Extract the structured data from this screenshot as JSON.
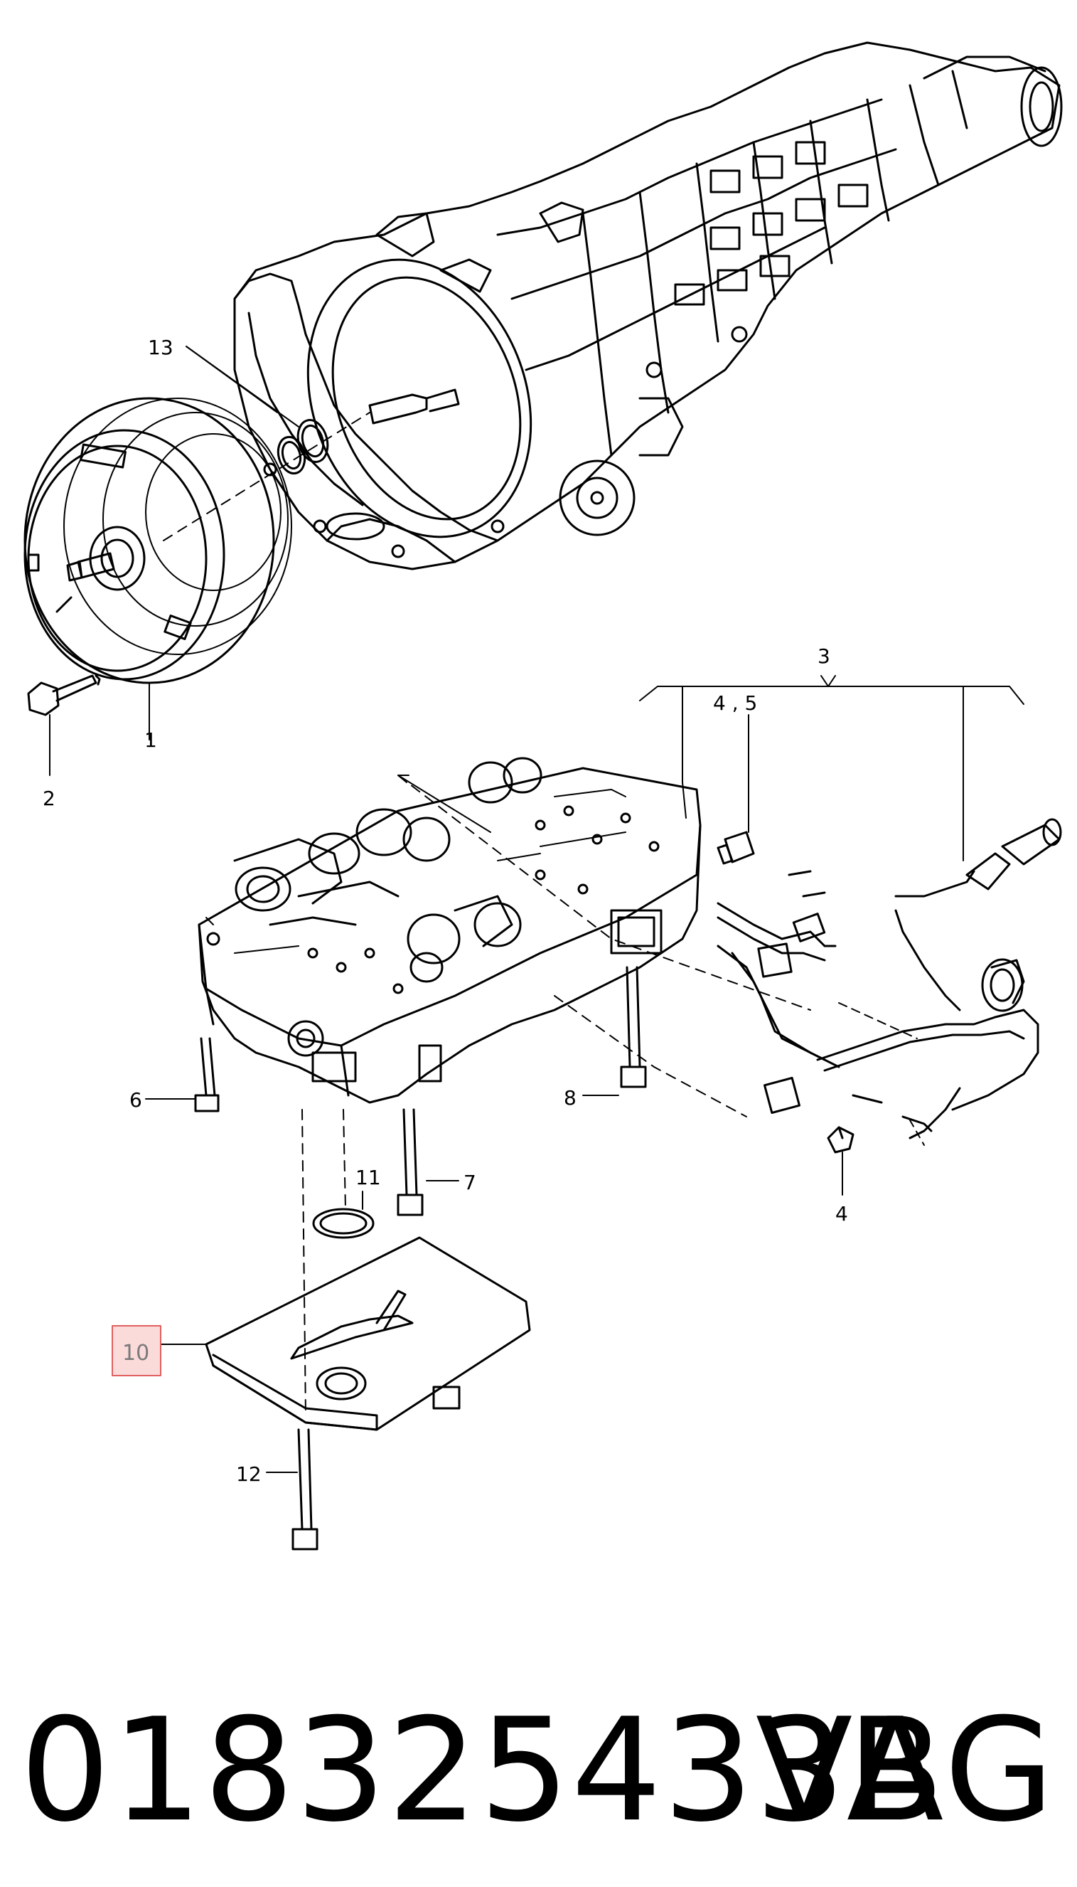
{
  "callouts": {
    "c1": "1",
    "c2": "2",
    "c3": "3",
    "c4": "4",
    "c45": "4 , 5",
    "c6": "6",
    "c7": "7",
    "c8": "8",
    "c10": "10",
    "c11": "11",
    "c12": "12",
    "c13": "13"
  },
  "highlight": {
    "label": "10",
    "border_color": "#e06060",
    "fill_color": "#fbdada"
  },
  "footer": {
    "part_number": "018325433B",
    "brand": "VAG"
  }
}
